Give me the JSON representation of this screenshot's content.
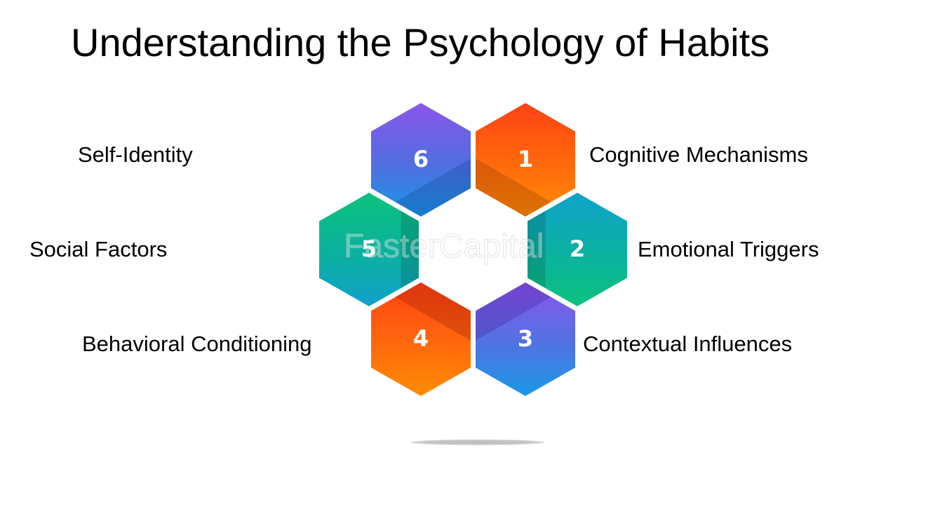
{
  "title": "Understanding the Psychology of Habits",
  "watermark": "FasterCapital",
  "items": [
    {
      "number": "1",
      "label": "Cognitive Mechanisms",
      "color_top": "#ff4a14",
      "color_bottom": "#ff8a05"
    },
    {
      "number": "2",
      "label": "Emotional Triggers",
      "color_top": "#0fa3c8",
      "color_bottom": "#0cc07e"
    },
    {
      "number": "3",
      "label": "Contextual Influences",
      "color_top": "#8a56ec",
      "color_bottom": "#1997e6"
    },
    {
      "number": "4",
      "label": "Behavioral Conditioning",
      "color_top": "#ff4a14",
      "color_bottom": "#ff8a05"
    },
    {
      "number": "5",
      "label": "Social Factors",
      "color_top": "#0cc07e",
      "color_bottom": "#0fa3c8"
    },
    {
      "number": "6",
      "label": "Self-Identity",
      "color_top": "#8a56ec",
      "color_bottom": "#1997e6"
    }
  ]
}
